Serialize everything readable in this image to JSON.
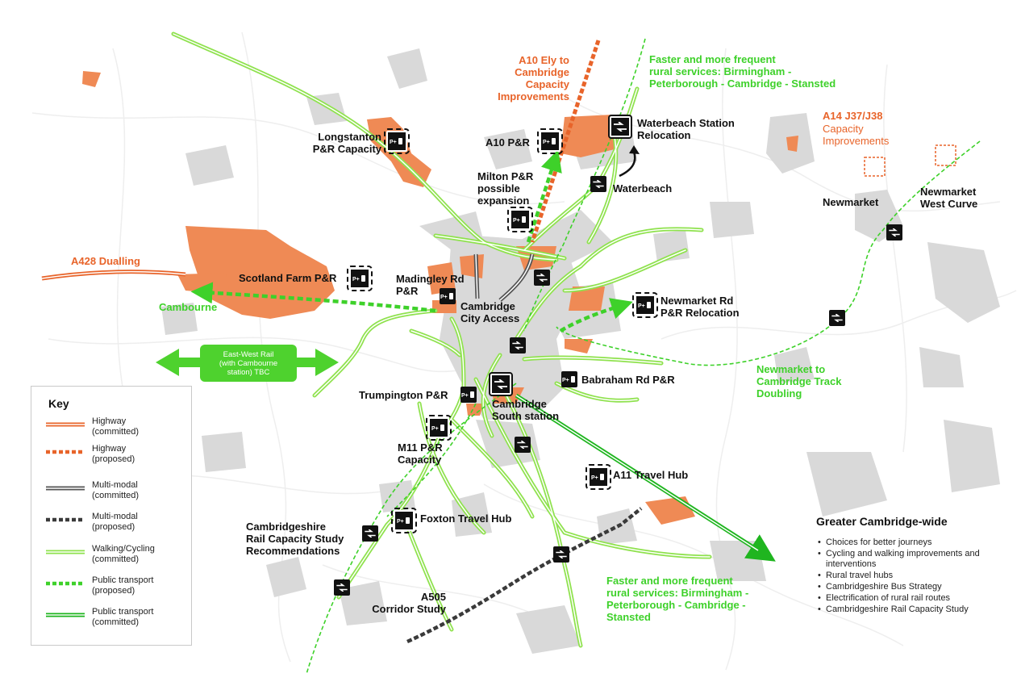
{
  "map": {
    "colors": {
      "settlement_grey": "#d9d9d9",
      "growth_orange": "#ef8a55",
      "highway_orange": "#e8642a",
      "green_line": "#8fe24e",
      "public_transport_green": "#3ecf2a",
      "multimodal_grey": "#555555",
      "multimodal_dark": "#3a3a3a"
    },
    "labels": {
      "a10_ely": "A10 Ely to\nCambridge\nCapacity\nImprovements",
      "faster_north": "Faster and more frequent\nrural services: Birmingham -\nPeterborough - Cambridge - Stansted",
      "waterbeach_station": "Waterbeach Station\nRelocation",
      "a14": "A14 J37/J38",
      "a14_sub": "Capacity\nImprovements",
      "longstanton": "Longstanton\nP&R Capacity",
      "a10_pr": "A10 P&R",
      "milton_pr": "Milton P&R\npossible\nexpansion",
      "waterbeach": "Waterbeach",
      "newmarket": "Newmarket",
      "newmarket_west_curve": "Newmarket\nWest Curve",
      "a428": "A428 Dualling",
      "scotland_farm": "Scotland Farm P&R",
      "madingley": "Madingley Rd\nP&R",
      "cambourne": "Cambourne",
      "cambridge_city": "Cambridge\nCity Access",
      "newmarket_rd": "Newmarket Rd\nP&R Relocation",
      "newmarket_doubling": "Newmarket to\nCambridge Track\nDoubling",
      "babraham": "Babraham Rd P&R",
      "trumpington": "Trumpington P&R",
      "cambridge_south": "Cambridge\nSouth station",
      "m11": "M11 P&R\nCapacity",
      "a11_hub": "A11 Travel Hub",
      "foxton": "Foxton Travel Hub",
      "rail_study": "Cambridgeshire\nRail Capacity Study\nRecommendations",
      "a505": "A505\nCorridor Study",
      "faster_south": "Faster and more frequent\nrural services: Birmingham -\nPeterborough - Cambridge -\nStansted",
      "ewr": "East-West Rail\n(with Cambourne\nstation) TBC"
    },
    "icons": {
      "rail": "rail-icon",
      "park_ride": "park-and-ride-icon",
      "curved_arrow": "curved-arrow-icon",
      "double_arrow": "double-headed-arrow-icon"
    }
  },
  "key": {
    "title": "Key",
    "items": [
      {
        "label": "Highway\n(committed)",
        "style": "double-orange"
      },
      {
        "label": "Highway\n(proposed)",
        "style": "dashed-orange"
      },
      {
        "label": "Multi-modal\n(committed)",
        "style": "double-grey"
      },
      {
        "label": "Multi-modal\n(proposed)",
        "style": "dashed-dark"
      },
      {
        "label": "Walking/Cycling\n(committed)",
        "style": "double-lightgreen"
      },
      {
        "label": "Public transport\n(proposed)",
        "style": "dashed-green"
      },
      {
        "label": "Public transport\n(committed)",
        "style": "double-green"
      }
    ]
  },
  "greater_cambridge": {
    "title": "Greater Cambridge-wide",
    "items": [
      "Choices for better journeys",
      "Cycling and walking improvements and interventions",
      "Rural travel hubs",
      "Cambridgeshire Bus Strategy",
      "Electrification of rural rail routes",
      "Cambridgeshire Rail Capacity Study"
    ]
  }
}
